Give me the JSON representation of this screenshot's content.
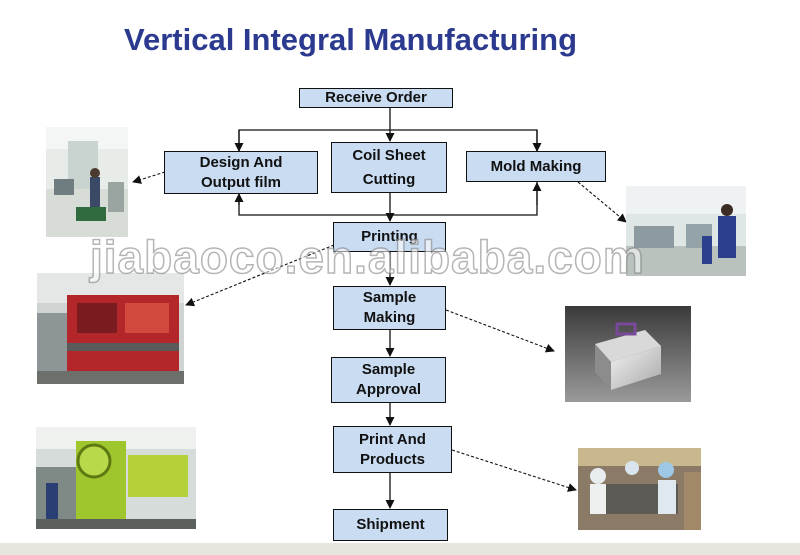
{
  "title": "Vertical Integral Manufacturing",
  "watermark": "jiabaoco.en.alibaba.com",
  "steps": {
    "receive_order": "Receive Order",
    "design_output": "Design And\nOutput film",
    "coil_sheet": "Coil Sheet\nCutting",
    "mold_making": "Mold Making",
    "printing": "Printing",
    "sample_making": "Sample\nMaking",
    "sample_approval": "Sample\nApproval",
    "print_products": "Print And\nProducts",
    "shipment": "Shipment"
  },
  "colors": {
    "box_fill": "#c9dcf1",
    "title": "#2b3a8f"
  }
}
